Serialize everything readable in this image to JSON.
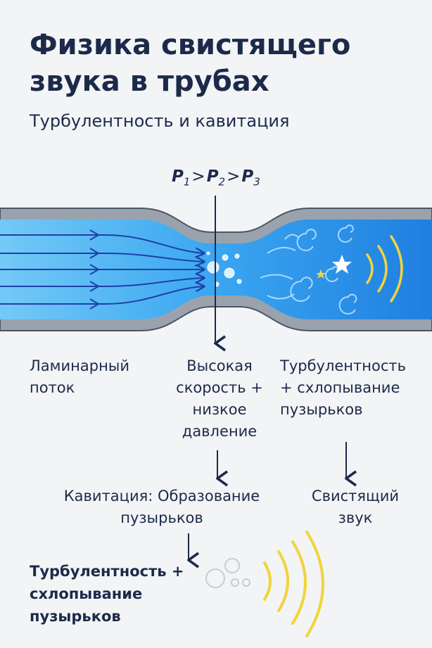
{
  "header": {
    "title_line1": "Физика свистящего",
    "title_line2": "звука в трубах",
    "subtitle": "Турбулентность и кавитация"
  },
  "pressure": {
    "p": "P",
    "sub1": "1",
    "sub2": "2",
    "sub3": "3",
    "gt": ">"
  },
  "labels": {
    "laminar_line1": "Ламинарный",
    "laminar_line2": "поток",
    "high_line1": "Высокая",
    "high_line2": "скорость +",
    "high_line3": "низкое",
    "high_line4": "давление",
    "turb_line1": "Турбулентность",
    "turb_line2": "+ схлопывание",
    "turb_line3": "пузырьков",
    "cav_line1": "Кавитация: Образование",
    "cav_line2": "пузырьков",
    "whistle_line1": "Свистящий",
    "whistle_line2": "звук",
    "bottom_line1": "Турбулентность +",
    "bottom_line2": "схлопывание",
    "bottom_line3": "пузырьков"
  },
  "colors": {
    "title": "#1c2a4a",
    "pipe_wall": "#9aa3ad",
    "water_light": "#6cc6f5",
    "water_dark": "#1f86e6",
    "flow_lines": "#1e40a8",
    "sound_waves": "#f2d43a"
  }
}
